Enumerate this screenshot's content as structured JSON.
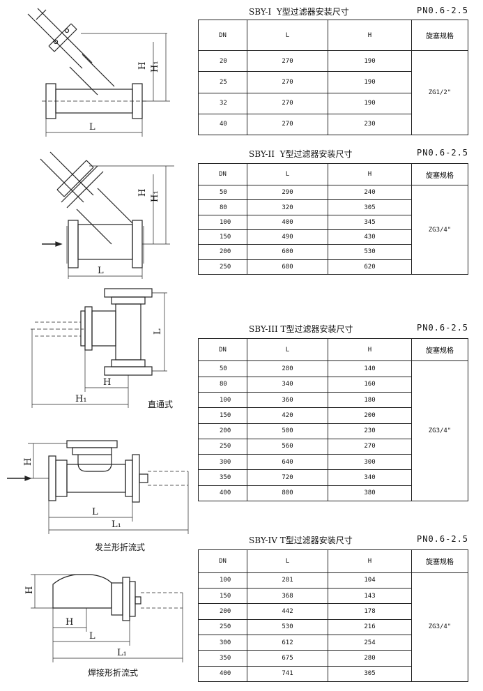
{
  "sections": [
    {
      "title": "SBY-I  Y型过滤器安装尺寸",
      "pn": "PN0.6-2.5",
      "headers": [
        "DN",
        "L",
        "H",
        "旋塞规格"
      ],
      "plug_spec": "ZG1/2\"",
      "rows": [
        [
          "20",
          "270",
          "190"
        ],
        [
          "25",
          "270",
          "190"
        ],
        [
          "32",
          "270",
          "190"
        ],
        [
          "40",
          "270",
          "230"
        ]
      ]
    },
    {
      "title": "SBY-II  Y型过滤器安装尺寸",
      "pn": "PN0.6-2.5",
      "headers": [
        "DN",
        "L",
        "H",
        "旋塞规格"
      ],
      "plug_spec": "ZG3/4\"",
      "rows": [
        [
          "50",
          "290",
          "240"
        ],
        [
          "80",
          "320",
          "305"
        ],
        [
          "100",
          "400",
          "345"
        ],
        [
          "150",
          "490",
          "430"
        ],
        [
          "200",
          "600",
          "530"
        ],
        [
          "250",
          "680",
          "620"
        ]
      ]
    },
    {
      "title": "SBY-III T型过滤器安装尺寸",
      "pn": "PN0.6-2.5",
      "headers": [
        "DN",
        "L",
        "H",
        "旋塞规格"
      ],
      "plug_spec": "ZG3/4\"",
      "rows": [
        [
          "50",
          "280",
          "140"
        ],
        [
          "80",
          "340",
          "160"
        ],
        [
          "100",
          "360",
          "180"
        ],
        [
          "150",
          "420",
          "200"
        ],
        [
          "200",
          "500",
          "230"
        ],
        [
          "250",
          "560",
          "270"
        ],
        [
          "300",
          "640",
          "300"
        ],
        [
          "350",
          "720",
          "340"
        ],
        [
          "400",
          "800",
          "380"
        ]
      ]
    },
    {
      "title": "SBY-IV T型过滤器安装尺寸",
      "pn": "PN0.6-2.5",
      "headers": [
        "DN",
        "L",
        "H",
        "旋塞规格"
      ],
      "plug_spec": "ZG3/4\"",
      "rows": [
        [
          "100",
          "281",
          "104"
        ],
        [
          "150",
          "368",
          "143"
        ],
        [
          "200",
          "442",
          "178"
        ],
        [
          "250",
          "530",
          "216"
        ],
        [
          "300",
          "612",
          "254"
        ],
        [
          "350",
          "675",
          "280"
        ],
        [
          "400",
          "741",
          "305"
        ]
      ]
    }
  ],
  "drawings": {
    "d1": {
      "L": "L",
      "H": "H",
      "H1": "H₁"
    },
    "d2": {
      "L": "L",
      "H": "H",
      "H1": "H₁"
    },
    "d3": {
      "L": "L",
      "H": "H",
      "H1": "H₁"
    },
    "d4": {
      "L": "L",
      "L1": "L₁",
      "H": "H"
    },
    "d5": {
      "L": "L",
      "L1": "L₁",
      "H": "H",
      "Hsmall": "H"
    }
  },
  "captions": {
    "straight": "直通式",
    "flange_fold": "发兰形折流式",
    "weld_fold": "焊接形折流式"
  }
}
